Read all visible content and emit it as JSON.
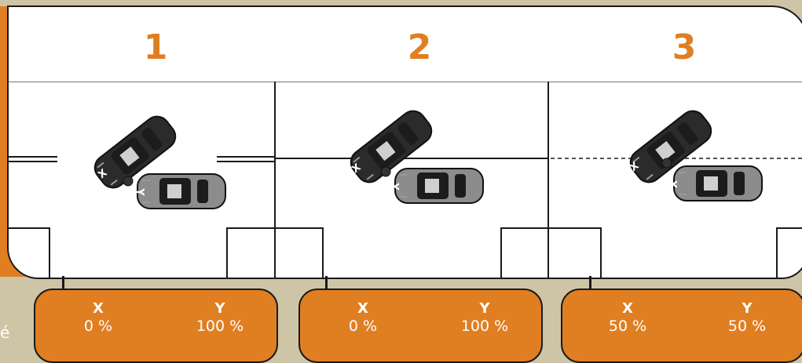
{
  "scenarios": [
    {
      "number": "1",
      "x_label": "X",
      "x_value": "0 %",
      "y_label": "Y",
      "y_value": "100 %"
    },
    {
      "number": "2",
      "x_label": "X",
      "x_value": "0 %",
      "y_label": "Y",
      "y_value": "100 %"
    },
    {
      "number": "3",
      "x_label": "X",
      "x_value": "50 %",
      "y_label": "Y",
      "y_value": "50 %"
    }
  ],
  "car_labels": {
    "car_a": "X",
    "car_b": "Y"
  },
  "side_text": "é",
  "colors": {
    "accent": "#e07e22",
    "background": "#cdc5a6",
    "car_dark": "#2b2b2b",
    "car_light": "#8c8c8c"
  },
  "icons": {
    "car": "car-icon",
    "impact_point": "collision-point-icon"
  }
}
